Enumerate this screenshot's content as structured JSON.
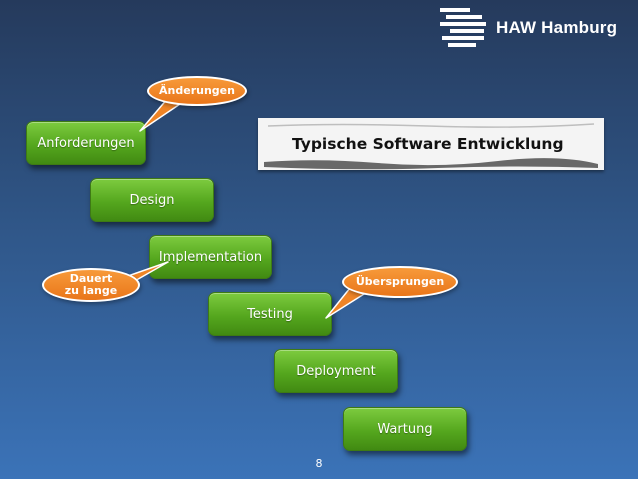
{
  "logo": {
    "text": "HAW Hamburg",
    "icon": "haw-stripes-logo"
  },
  "title": "Typische Software Entwicklung",
  "steps": [
    {
      "label": "Anforderungen"
    },
    {
      "label": "Design"
    },
    {
      "label": "Implementation"
    },
    {
      "label": "Testing"
    },
    {
      "label": "Deployment"
    },
    {
      "label": "Wartung"
    }
  ],
  "callouts": [
    {
      "text": "Änderungen",
      "attached_to": "Anforderungen"
    },
    {
      "line1": "Dauert",
      "line2": "zu lange",
      "attached_to": "Implementation"
    },
    {
      "text": "Übersprungen",
      "attached_to": "Testing"
    }
  ],
  "page_number": "8",
  "colors": {
    "step_green": "#5bb02a",
    "callout_orange": "#ef8426",
    "background_top": "#253a5c",
    "background_bottom": "#3b73b8"
  }
}
